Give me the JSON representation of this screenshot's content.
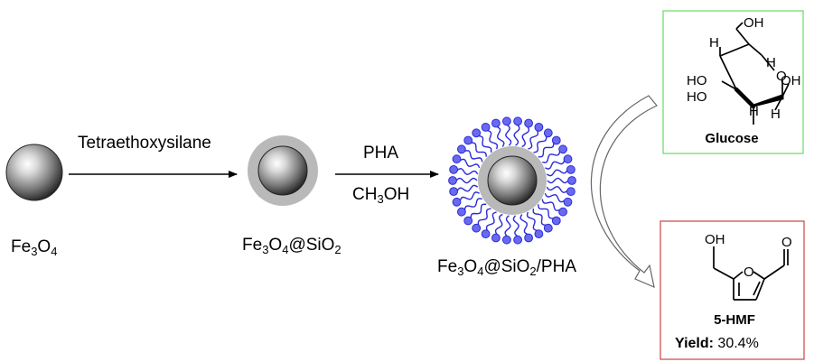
{
  "reaction": {
    "step1_reagent": "Tetraethoxysilane",
    "step2_reagent": "PHA",
    "step2_solvent": {
      "main": "CH",
      "sub": "3",
      "tail": "OH"
    }
  },
  "materials": {
    "core": {
      "p1": "Fe",
      "s1": "3",
      "p2": "O",
      "s2": "4"
    },
    "coated": {
      "p1": "Fe",
      "s1": "3",
      "p2": "O",
      "s2": "4",
      "p3": "@SiO",
      "s3": "2"
    },
    "functionalized": {
      "p1": "Fe",
      "s1": "3",
      "p2": "O",
      "s2": "4",
      "p3": "@SiO",
      "s3": "2",
      "p4": "/PHA"
    }
  },
  "substrate": {
    "name": "Glucose",
    "atoms": {
      "oh_top": "OH",
      "ho_left": "HO",
      "ho_bottom": "HO",
      "oh_right": "OH",
      "ring_o": "O",
      "h": "H"
    },
    "border_color": "#66dd66"
  },
  "product": {
    "name": "5-HMF",
    "atoms": {
      "oh": "OH",
      "ring_o": "O",
      "ald_o": "O"
    },
    "yield_label": "Yield:",
    "yield_value": "30.4%",
    "border_color": "#cc4444"
  },
  "colors": {
    "silica_shell": "#b9b9b9",
    "pha_ligand": "#2b2bd8"
  }
}
